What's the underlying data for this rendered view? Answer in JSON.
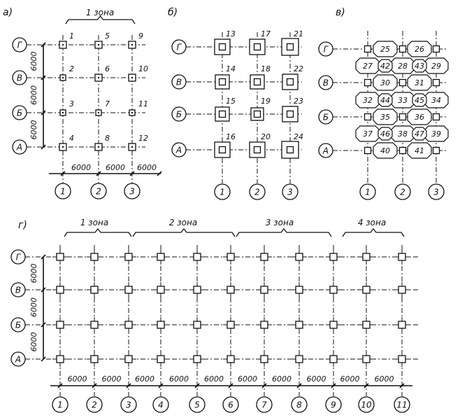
{
  "panels": {
    "a": {
      "letter": "а)",
      "zone": "1 зона",
      "rows": [
        "Г",
        "В",
        "Б",
        "А"
      ],
      "cols": [
        "1",
        "2",
        "3"
      ],
      "nums": [
        [
          "1",
          "5",
          "9"
        ],
        [
          "2",
          "6",
          "10"
        ],
        [
          "3",
          "7",
          "11"
        ],
        [
          "4",
          "8",
          "12"
        ]
      ],
      "vdims": [
        "6000",
        "6000",
        "6000"
      ],
      "hdims": [
        "6000",
        "6000",
        "6000"
      ]
    },
    "b": {
      "letter": "б)",
      "rows": [
        "Г",
        "В",
        "Б",
        "А"
      ],
      "cols": [
        "1",
        "2",
        "3"
      ],
      "nums": [
        [
          "13",
          "17",
          "21"
        ],
        [
          "14",
          "18",
          "22"
        ],
        [
          "15",
          "19",
          "23"
        ],
        [
          "16",
          "20",
          "24"
        ]
      ]
    },
    "c": {
      "letter": "в)",
      "rows": [
        "Г",
        "В",
        "Б",
        "А"
      ],
      "cols": [
        "1",
        "2",
        "3"
      ],
      "cells": [
        [
          "25",
          "26"
        ],
        [
          "27",
          "42",
          "28",
          "43",
          "29"
        ],
        [
          "30",
          "31"
        ],
        [
          "32",
          "44",
          "33",
          "45",
          "34"
        ],
        [
          "35",
          "36"
        ],
        [
          "37",
          "46",
          "38",
          "47",
          "39"
        ],
        [
          "40",
          "41"
        ]
      ]
    },
    "d": {
      "letter": "г)",
      "zones": [
        "1 зона",
        "2 зона",
        "3 зона",
        "4 зона"
      ],
      "rows": [
        "Г",
        "В",
        "Б",
        "А"
      ],
      "cols": [
        "1",
        "2",
        "3",
        "4",
        "5",
        "6",
        "7",
        "8",
        "9",
        "10",
        "11"
      ],
      "vdims": [
        "6000",
        "6000",
        "6000"
      ],
      "hdims": [
        "6000",
        "6000",
        "6000",
        "6000",
        "6000",
        "6000",
        "6000",
        "6000",
        "6000",
        "6000"
      ]
    }
  }
}
